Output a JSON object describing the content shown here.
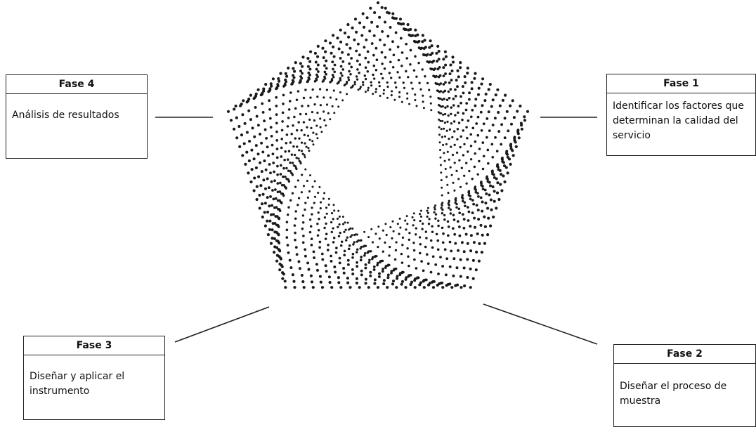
{
  "phases": [
    {
      "id": "fase1",
      "title": "Fase 1",
      "lines": [
        "Identificar los factores que",
        "determinan la calidad del",
        "servicio"
      ]
    },
    {
      "id": "fase2",
      "title": "Fase 2",
      "lines": [
        "Diseñar el proceso de",
        "muestra"
      ]
    },
    {
      "id": "fase3",
      "title": "Fase 3",
      "lines": [
        "Diseñar y aplicar el",
        "instrumento"
      ]
    },
    {
      "id": "fase4",
      "title": "Fase 4",
      "lines": [
        "Análisis de resultados"
      ]
    }
  ],
  "colors": {
    "dots": "#1a1a1a",
    "border": "#222222",
    "background": "#ffffff"
  }
}
